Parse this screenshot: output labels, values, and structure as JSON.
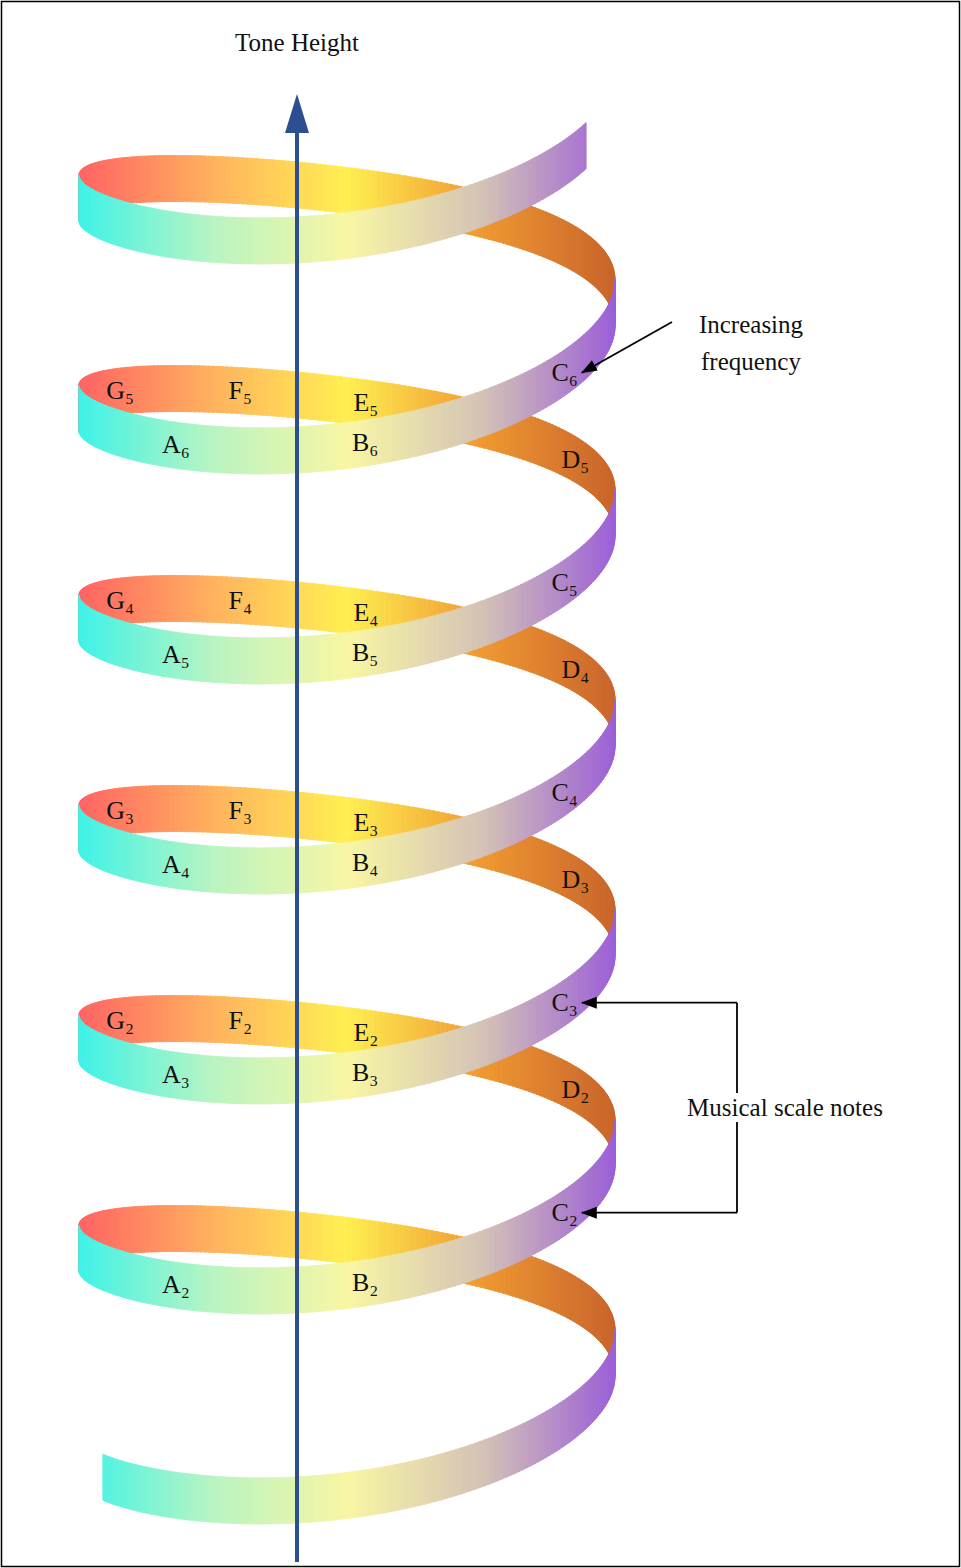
{
  "diagram": {
    "labels": [
      "Tone Height",
      "G₅",
      "F₅",
      "E₅",
      "C₆",
      "Increasing frequency",
      "A₆",
      "B₆",
      "D₅",
      "G₄",
      "F₄",
      "E₄",
      "C₅",
      "A₅",
      "B₅",
      "D₄",
      "G₃",
      "F₃",
      "E₃",
      "C₄",
      "A₄",
      "B₄",
      "D₃",
      "G₂",
      "F₂",
      "E₂",
      "C₃",
      "A₃",
      "B₃",
      "D₂",
      "Musical scale notes",
      "C₂",
      "A₂",
      "B₂"
    ]
  }
}
